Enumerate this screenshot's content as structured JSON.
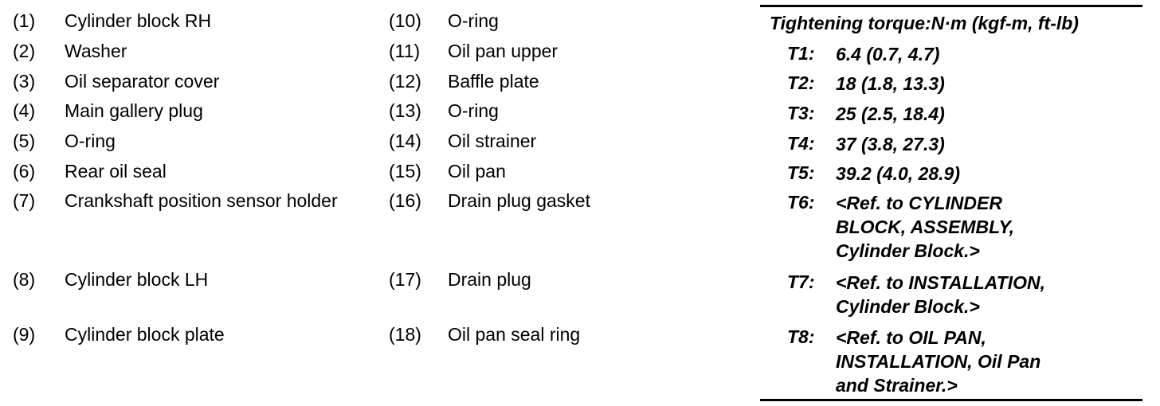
{
  "legend": {
    "left": [
      {
        "num": "(1)",
        "name": "Cylinder block RH"
      },
      {
        "num": "(2)",
        "name": "Washer"
      },
      {
        "num": "(3)",
        "name": "Oil separator cover"
      },
      {
        "num": "(4)",
        "name": "Main gallery plug"
      },
      {
        "num": "(5)",
        "name": "O-ring"
      },
      {
        "num": "(6)",
        "name": "Rear oil seal"
      },
      {
        "num": "(7)",
        "name": "Crankshaft position sensor holder"
      },
      {
        "num": "(8)",
        "name": "Cylinder block LH"
      },
      {
        "num": "(9)",
        "name": "Cylinder block plate"
      }
    ],
    "right": [
      {
        "num": "(10)",
        "name": "O-ring"
      },
      {
        "num": "(11)",
        "name": "Oil pan upper"
      },
      {
        "num": "(12)",
        "name": "Baffle plate"
      },
      {
        "num": "(13)",
        "name": "O-ring"
      },
      {
        "num": "(14)",
        "name": "Oil strainer"
      },
      {
        "num": "(15)",
        "name": "Oil pan"
      },
      {
        "num": "(16)",
        "name": "Drain plug gasket"
      },
      {
        "num": "(17)",
        "name": "Drain plug"
      },
      {
        "num": "(18)",
        "name": "Oil pan seal ring"
      }
    ]
  },
  "torque": {
    "title": "Tightening torque:N·m (kgf-m, ft-lb)",
    "items": [
      {
        "label": "T1:",
        "value": "6.4 (0.7, 4.7)"
      },
      {
        "label": "T2:",
        "value": "18 (1.8, 13.3)"
      },
      {
        "label": "T3:",
        "value": "25 (2.5, 18.4)"
      },
      {
        "label": "T4:",
        "value": "37 (3.8, 27.3)"
      },
      {
        "label": "T5:",
        "value": "39.2 (4.0, 28.9)"
      },
      {
        "label": "T6:",
        "value": "<Ref. to CYLINDER BLOCK, ASSEMBLY, Cylinder Block.>"
      },
      {
        "label": "T7:",
        "value": "<Ref. to INSTALLATION, Cylinder Block.>"
      },
      {
        "label": "T8:",
        "value": "<Ref. to OIL PAN, INSTALLATION, Oil Pan and Strainer.>"
      }
    ]
  }
}
